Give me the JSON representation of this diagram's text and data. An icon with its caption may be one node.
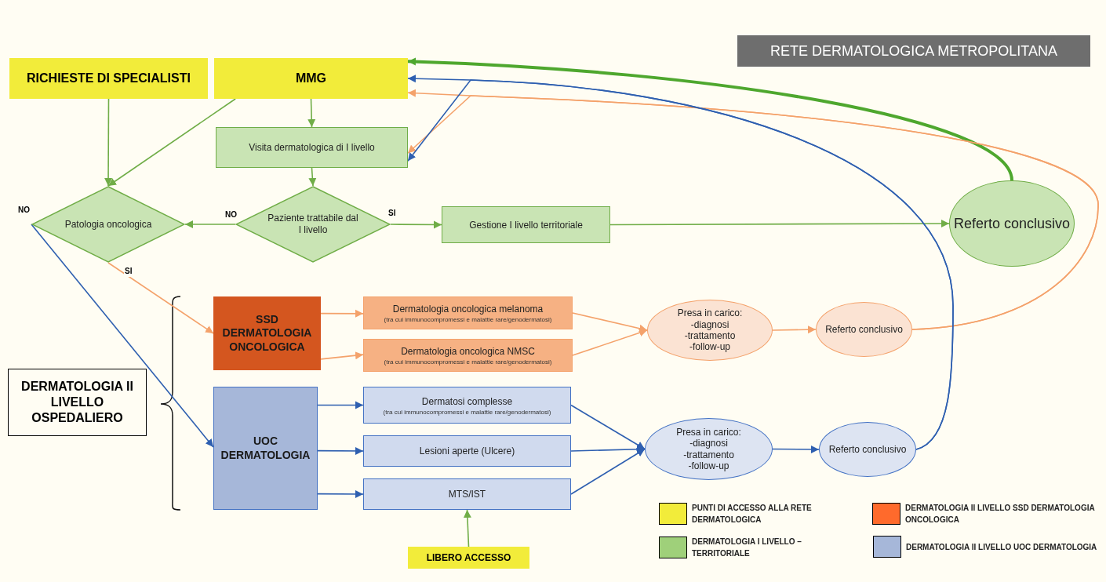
{
  "diagram": {
    "title": "RETE DERMATOLOGICA METROPOLITANA",
    "nodes": [
      {
        "text": [
          "RICHIESTE DI SPECIALISTI"
        ]
      },
      {
        "text": [
          "MMG"
        ]
      },
      {
        "text": [
          "Visita dermatologica di I livello"
        ]
      },
      {
        "text": [
          "Patologia oncologica"
        ]
      },
      {
        "text": [
          "Paziente trattabile dal I livello"
        ]
      },
      {
        "text": [
          "Gestione I livello territoriale"
        ]
      },
      {
        "text": [
          "Referto conclusivo"
        ]
      },
      {
        "text": [
          "DERMATOLOGIA II LIVELLO OSPEDALIERO"
        ]
      },
      {
        "text": [
          "SSD DERMATOLOGIA ONCOLOGICA"
        ]
      },
      {
        "text": [
          "Dermatologia oncologica melanoma",
          "(tra cui immunocompromessi e malattie rare/genodermatosi)"
        ]
      },
      {
        "text": [
          "Dermatologia oncologica NMSC",
          "(tra cui immunocompromessi e malattie rare/genodermatosi)"
        ]
      },
      {
        "text": [
          "UOC DERMATOLOGIA"
        ]
      },
      {
        "text": [
          "Dermatosi complesse",
          "(tra cui immunocompromessi e malattie rare/genodermatosi)"
        ]
      },
      {
        "text": [
          "Lesioni aperte (Ulcere)"
        ]
      },
      {
        "text": [
          "MTS/IST"
        ]
      },
      {
        "text": [
          "Presa in carico:",
          "-diagnosi",
          "-trattamento",
          "-follow-up"
        ]
      },
      {
        "text": [
          "Referto conclusivo"
        ]
      },
      {
        "text": [
          "Presa in carico:",
          "-diagnosi",
          "-trattamento",
          "-follow-up"
        ]
      },
      {
        "text": [
          "Referto conclusivo"
        ]
      },
      {
        "text": [
          "LIBERO ACCESSO"
        ]
      }
    ],
    "edges": [
      {
        "from": 0,
        "to": 3,
        "arrow": "to",
        "color": "#70ad47"
      },
      {
        "from": 1,
        "to": 2,
        "arrow": "to",
        "color": "#70ad47"
      },
      {
        "from": 1,
        "to": 3,
        "arrow": "to",
        "color": "#70ad47"
      },
      {
        "from": 2,
        "to": 4,
        "arrow": "to",
        "color": "#70ad47"
      },
      {
        "from": 4,
        "to": 3,
        "arrow": "to",
        "label": "NO",
        "color": "#70ad47"
      },
      {
        "from": 4,
        "to": 5,
        "arrow": "to",
        "label": "SI",
        "color": "#70ad47"
      },
      {
        "from": 5,
        "to": 6,
        "arrow": "to",
        "color": "#70ad47"
      },
      {
        "from": 6,
        "to": 1,
        "arrow": "to",
        "style": "thick",
        "color": "#4ea72e"
      },
      {
        "from": 16,
        "to": 1,
        "arrow": "to",
        "color": "#f4a26b"
      },
      {
        "from": 16,
        "to": 2,
        "arrow": "to",
        "color": "#f4a26b"
      },
      {
        "from": 18,
        "to": 1,
        "arrow": "to"
      },
      {
        "from": 18,
        "to": 2,
        "arrow": "to"
      },
      {
        "from": 3,
        "to": 8,
        "arrow": "to",
        "label": "SI",
        "color": "#f4a26b"
      },
      {
        "from": 3,
        "to": 11,
        "arrow": "to",
        "label": "NO"
      },
      {
        "from": 8,
        "to": 9,
        "arrow": "to",
        "color": "#f4a26b"
      },
      {
        "from": 8,
        "to": 10,
        "arrow": "to",
        "color": "#f4a26b"
      },
      {
        "from": 11,
        "to": 12,
        "arrow": "to"
      },
      {
        "from": 11,
        "to": 13,
        "arrow": "to"
      },
      {
        "from": 11,
        "to": 14,
        "arrow": "to"
      },
      {
        "from": 9,
        "to": 15,
        "arrow": "to",
        "color": "#f4a26b"
      },
      {
        "from": 10,
        "to": 15,
        "arrow": "to",
        "color": "#f4a26b"
      },
      {
        "from": 15,
        "to": 16,
        "arrow": "to",
        "color": "#f4a26b"
      },
      {
        "from": 12,
        "to": 17,
        "arrow": "to"
      },
      {
        "from": 13,
        "to": 17,
        "arrow": "to"
      },
      {
        "from": 14,
        "to": 17,
        "arrow": "to"
      },
      {
        "from": 17,
        "to": 18,
        "arrow": "to"
      },
      {
        "from": 19,
        "to": 14,
        "arrow": "to",
        "color": "#70ad47"
      }
    ],
    "legend": [
      {
        "text": "PUNTI DI ACCESSO ALLA RETE DERMATOLOGICA",
        "color": "#f2ec3a"
      },
      {
        "text": "DERMATOLOGIA II LIVELLO SSD DERMATOLOGIA ONCOLOGICA",
        "color": "#ff6a2c"
      },
      {
        "text": "DERMATOLOGIA I LIVELLO – TERRITORIALE",
        "color": "#9fd07a"
      },
      {
        "text": "DERMATOLOGIA II LIVELLO UOC DERMATOLOGIA",
        "color": "#a6b7d9"
      }
    ]
  }
}
